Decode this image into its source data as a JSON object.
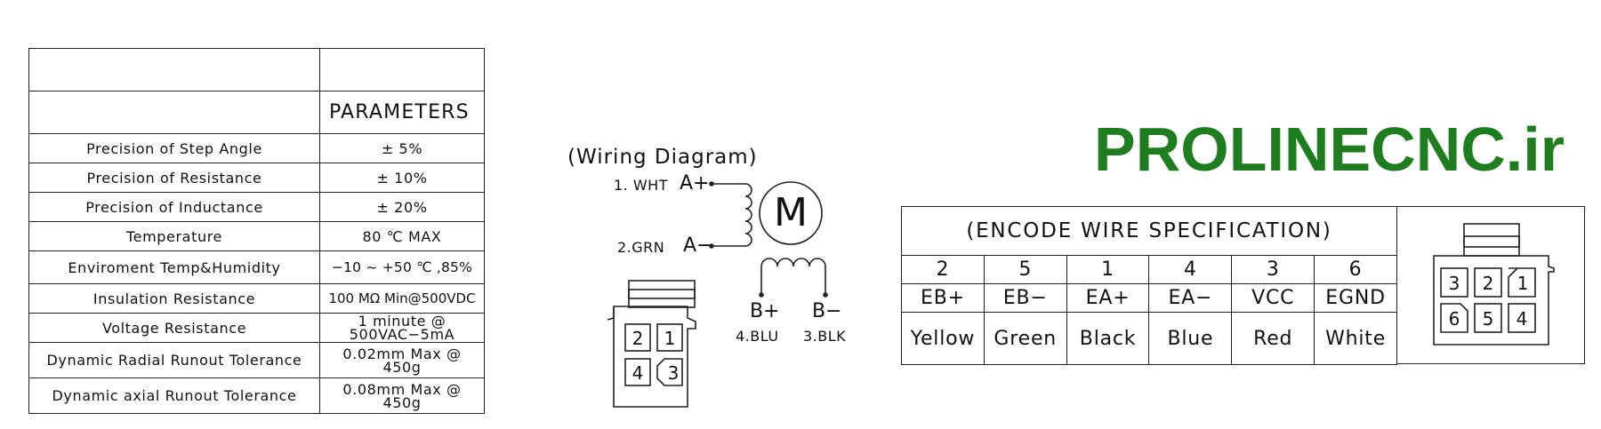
{
  "brand": {
    "text": "PROLINECNC.ir",
    "color": "#1e7d1e"
  },
  "params_table": {
    "header": "PARAMETERS",
    "rows": [
      {
        "label": "Precision of Step Angle",
        "value": "± 5%"
      },
      {
        "label": "Precision of Resistance",
        "value": "± 10%"
      },
      {
        "label": "Precision of Inductance",
        "value": "± 20%"
      },
      {
        "label": "Temperature",
        "value": "80 ℃ MAX"
      },
      {
        "label": "Enviroment Temp&Humidity",
        "value": "−10 ~ +50 ℃ ,85%"
      },
      {
        "label": "Insulation Resistance",
        "value": "100 MΩ Min@500VDC"
      },
      {
        "label": "Voltage Resistance",
        "value": "1 minute @ 500VAC−5mA"
      },
      {
        "label": "Dynamic Radial Runout Tolerance",
        "value": "0.02mm Max @ 450g"
      },
      {
        "label": "Dynamic axial Runout Tolerance",
        "value": "0.08mm Max @ 450g"
      }
    ]
  },
  "wiring": {
    "title": "(Wiring Diagram)",
    "motor": "M",
    "a_plus_wire": "1. WHT",
    "a_plus": "A+",
    "a_minus_wire": "2.GRN",
    "a_minus": "A−",
    "b_plus": "B+",
    "b_minus": "B−",
    "b_plus_wire": "4.BLU",
    "b_minus_wire": "3.BLK",
    "connector_pins": [
      "2",
      "1",
      "4",
      "3"
    ]
  },
  "encoder": {
    "title": "(ENCODE WIRE SPECIFICATION)",
    "pins": [
      "2",
      "5",
      "1",
      "4",
      "3",
      "6"
    ],
    "signals": [
      "EB+",
      "EB−",
      "EA+",
      "EA−",
      "VCC",
      "EGND"
    ],
    "colors": [
      "Yellow",
      "Green",
      "Black",
      "Blue",
      "Red",
      "White"
    ],
    "connector_pins": [
      "3",
      "2",
      "1",
      "6",
      "5",
      "4"
    ]
  }
}
